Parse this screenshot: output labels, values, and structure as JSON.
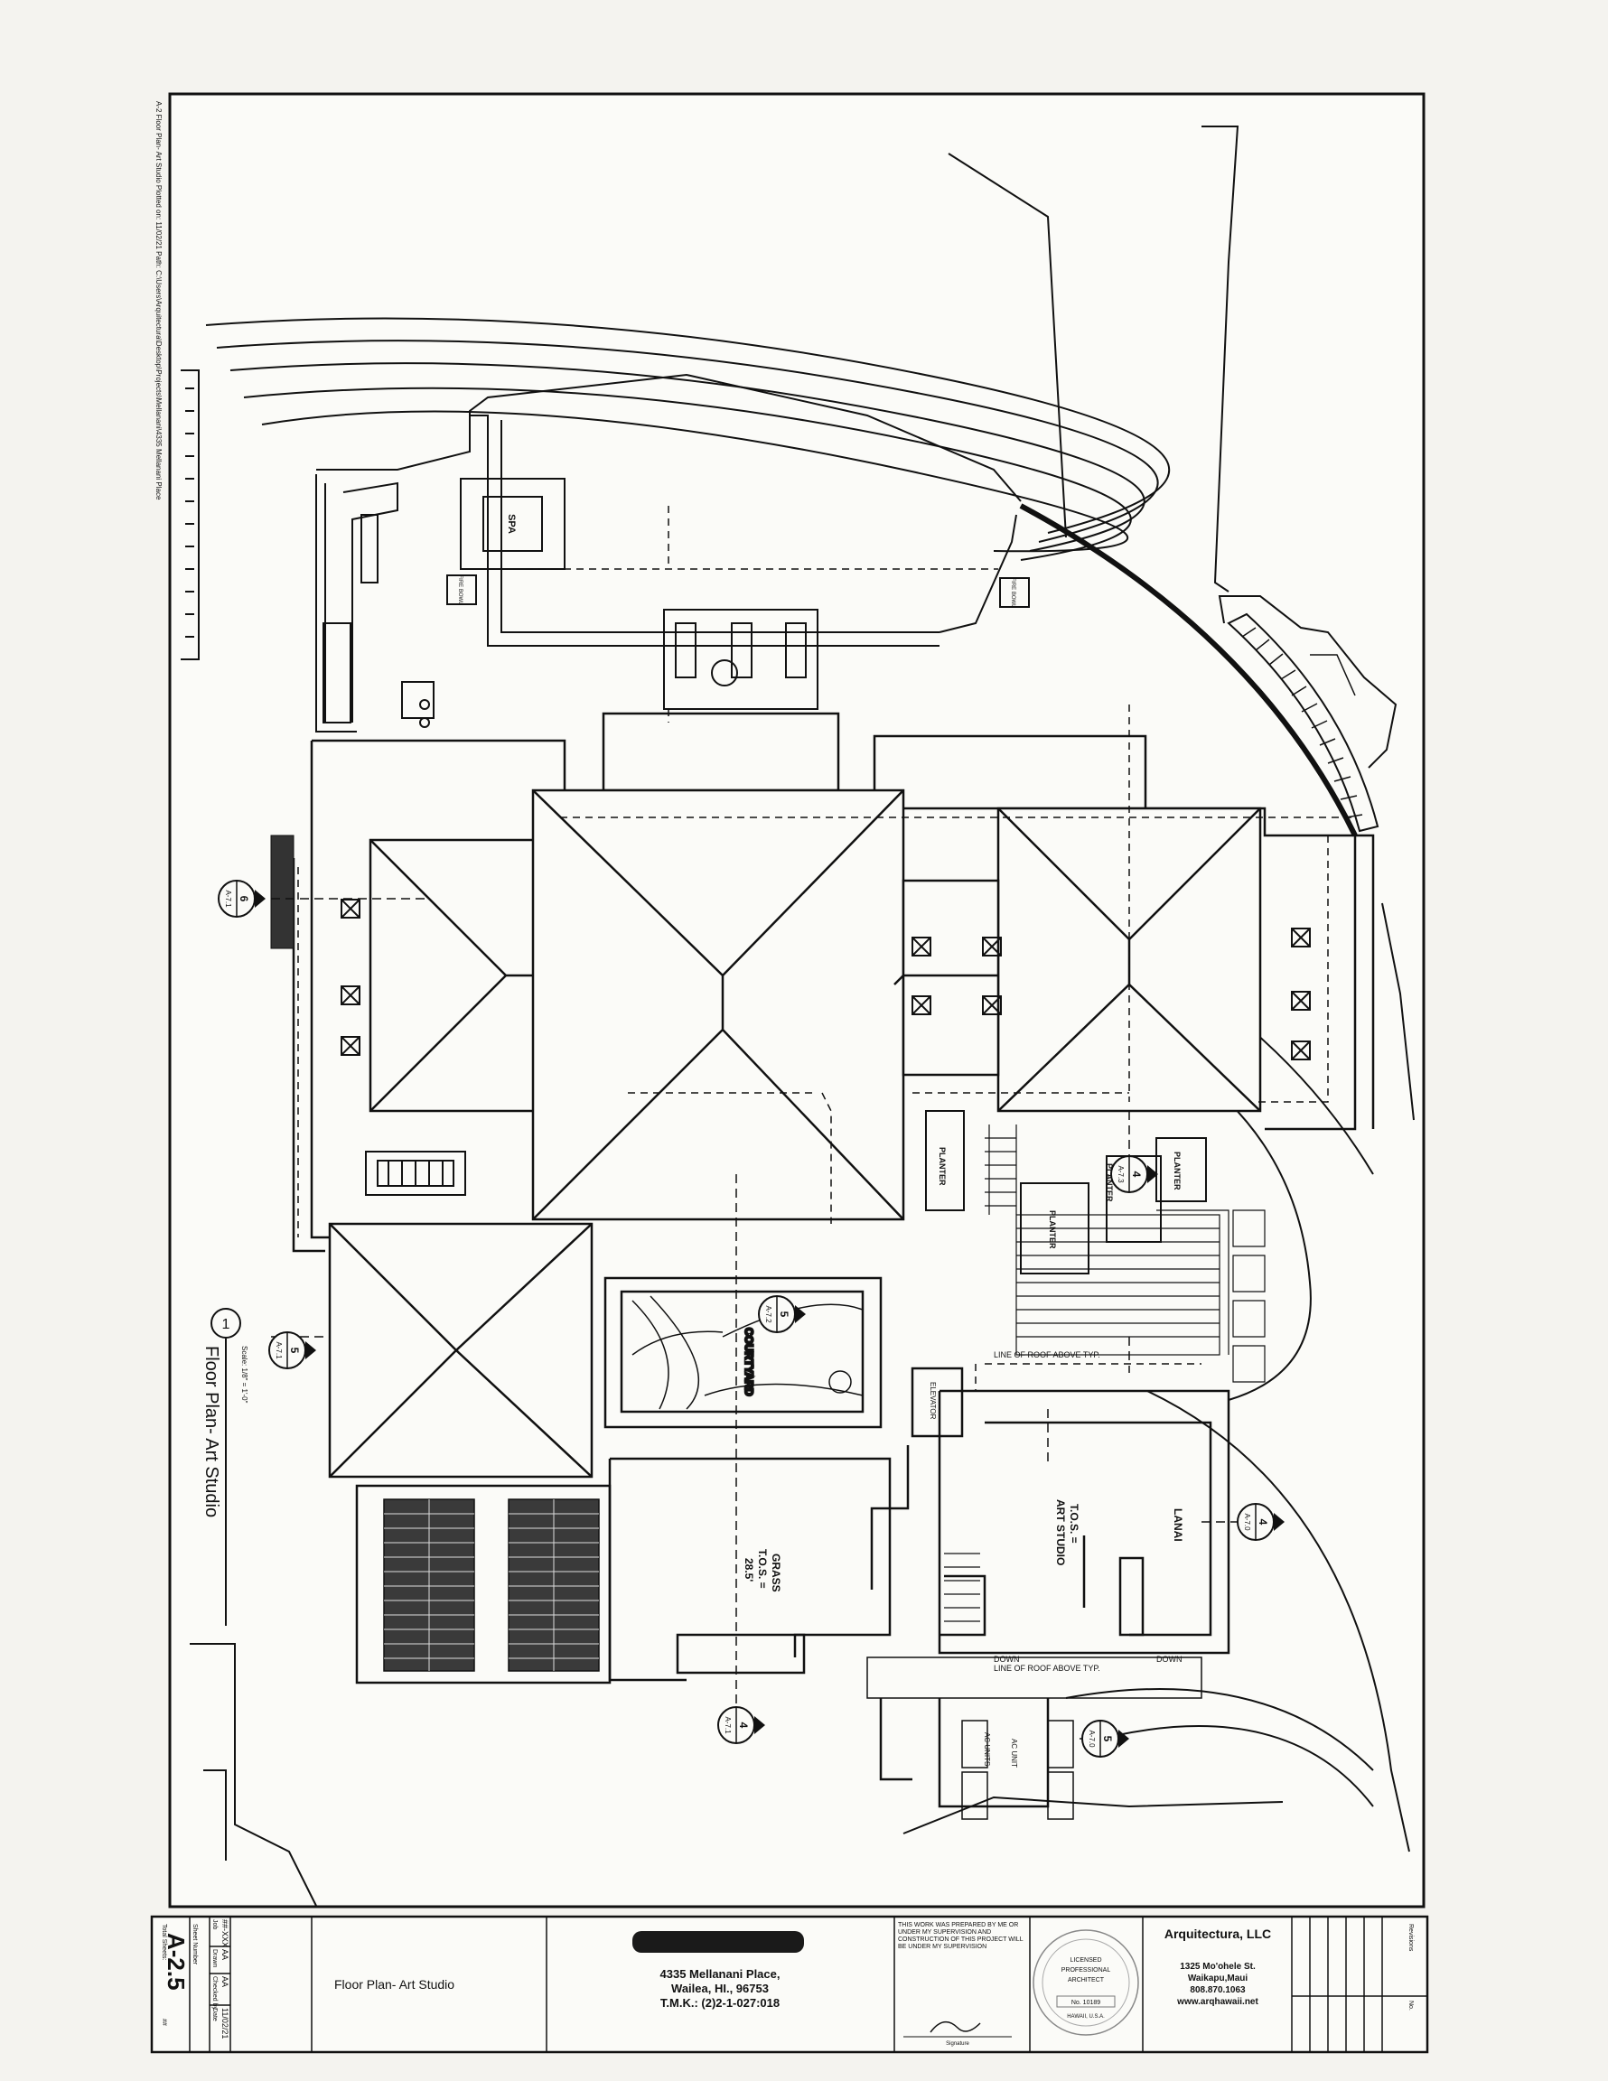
{
  "drawing": {
    "title": "Floor Plan- Art Studio",
    "plan_number": "1",
    "scale_note": "Scale: 1/8\" = 1'-0\"",
    "margin_note": "A-2 Floor Plan- Art Studio   Plotted on: 11/02/21   Path: C:\\Users\\Arquitectura\\Desktop\\Projects\\Mellanani\\4335 Mellanani Place"
  },
  "labels": {
    "spa": "SPA",
    "fire_bowl": "FIRE BOWL",
    "courtyard": "COURTYARD",
    "grass": "GRASS",
    "grass_tos": "T.O.S. =",
    "grass_elev": "28.5'",
    "art_studio": "ART STUDIO",
    "art_studio_tos": "T.O.S. =",
    "lanai": "LANAI",
    "elevator": "ELEVATOR",
    "planter": "PLANTER",
    "line_of_roof_above": "LINE OF ROOF ABOVE TYP.",
    "down": "DOWN",
    "ac_unit": "AC UNIT",
    "ac_units": "AC UNITS"
  },
  "section_markers": [
    {
      "num": "6",
      "sheet": "A-7.1"
    },
    {
      "num": "5",
      "sheet": "A-7.1"
    },
    {
      "num": "5",
      "sheet": "A-7.2"
    },
    {
      "num": "4",
      "sheet": "A-7.3"
    },
    {
      "num": "4",
      "sheet": "A-7.1"
    },
    {
      "num": "5",
      "sheet": "A-7.0"
    },
    {
      "num": "4",
      "sheet": "A-7.0"
    }
  ],
  "title_block": {
    "sheet_number": "A-2.5",
    "sheet_number_label": "Sheet Number",
    "total_sheets_label": "Total Sheets:",
    "total_sheets": "##",
    "job_label": "Job",
    "job": "##-XXX",
    "drawn_label": "Drawn",
    "drawn": "AA",
    "checked_label": "Checked by",
    "checked": "AA",
    "date_label": "Date",
    "date": "11/02/21",
    "sheet_title": "Floor Plan- Art Studio",
    "address_line1": "4335 Mellanani Place,",
    "address_line2": "Wailea, HI., 96753",
    "tmk": "T.M.K.: (2)2-1-027:018",
    "certification": "THIS WORK WAS PREPARED BY ME OR UNDER MY SUPERVISION AND CONSTRUCTION OF THIS PROJECT WILL BE UNDER MY SUPERVISION",
    "signature_label": "Signature",
    "stamp_line1": "LICENSED",
    "stamp_line2": "PROFESSIONAL",
    "stamp_line3": "ARCHITECT",
    "stamp_number": "No. 10189",
    "stamp_state": "HAWAII, U.S.A.",
    "firm_name": "Arquitectura, LLC",
    "firm_street": "1325 Mo'ohele St.",
    "firm_city": "Waikapu,Maui",
    "firm_phone": "808.870.1063",
    "firm_web": "www.arqhawaii.net",
    "revisions_label": "Revisions",
    "no_label": "No."
  },
  "colors": {
    "ink": "#111111",
    "paper": "#fbfbf8",
    "redaction": "#1a1a1a"
  }
}
